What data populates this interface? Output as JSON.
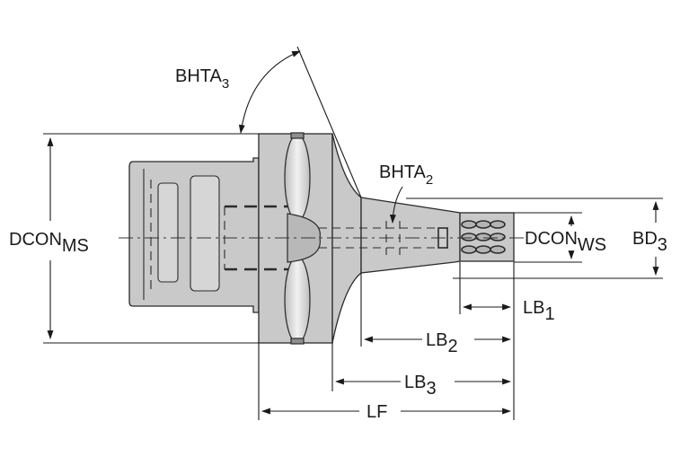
{
  "labels": {
    "bhta3": {
      "main": "BHTA",
      "sub": "3"
    },
    "bhta2": {
      "main": "BHTA",
      "sub": "2"
    },
    "dcon_ms": {
      "main": "DCON",
      "sub": "MS"
    },
    "dcon_ws": {
      "main": "DCON",
      "sub": "WS"
    },
    "bd3": {
      "main": "BD",
      "sub": "3"
    },
    "lb1": {
      "main": "LB",
      "sub": "1"
    },
    "lb2": {
      "main": "LB",
      "sub": "2"
    },
    "lb3": {
      "main": "LB",
      "sub": "3"
    },
    "lf": {
      "main": "LF"
    }
  },
  "colors": {
    "body_fill": "#c9c9c9",
    "body_dark": "#a9a9a9",
    "outline": "#2a2a2a",
    "dim_line": "#1a1a1a",
    "center_line": "#333333"
  }
}
